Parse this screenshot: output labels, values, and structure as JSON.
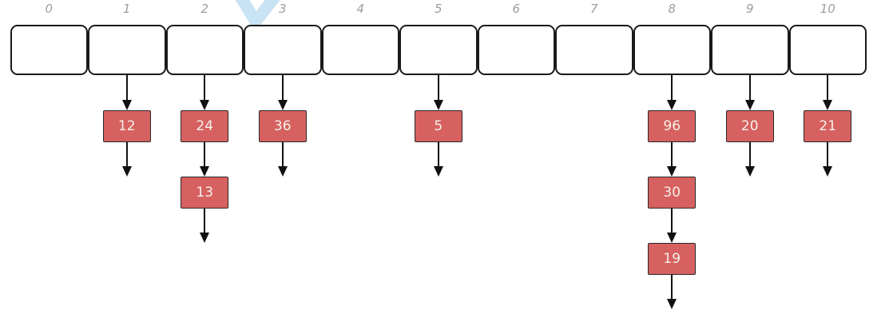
{
  "diagram": {
    "type": "hash-table-separate-chaining",
    "bucket_count": 11,
    "buckets": [
      {
        "index": "0",
        "chain": []
      },
      {
        "index": "1",
        "chain": [
          "12"
        ]
      },
      {
        "index": "2",
        "chain": [
          "24",
          "13"
        ]
      },
      {
        "index": "3",
        "chain": [
          "36"
        ]
      },
      {
        "index": "4",
        "chain": []
      },
      {
        "index": "5",
        "chain": [
          "5"
        ]
      },
      {
        "index": "6",
        "chain": []
      },
      {
        "index": "7",
        "chain": []
      },
      {
        "index": "8",
        "chain": [
          "96",
          "30",
          "19"
        ]
      },
      {
        "index": "9",
        "chain": [
          "20"
        ]
      },
      {
        "index": "10",
        "chain": [
          "21"
        ]
      }
    ],
    "colors": {
      "background": "#ffffff",
      "node_fill": "#d66160",
      "node_border": "#282828",
      "node_text": "#f6f1ea",
      "bucket_border": "#1a1a1a",
      "index_label": "#9e9e9e",
      "arrow": "#111111",
      "watermark": "#c8e3f4"
    }
  }
}
